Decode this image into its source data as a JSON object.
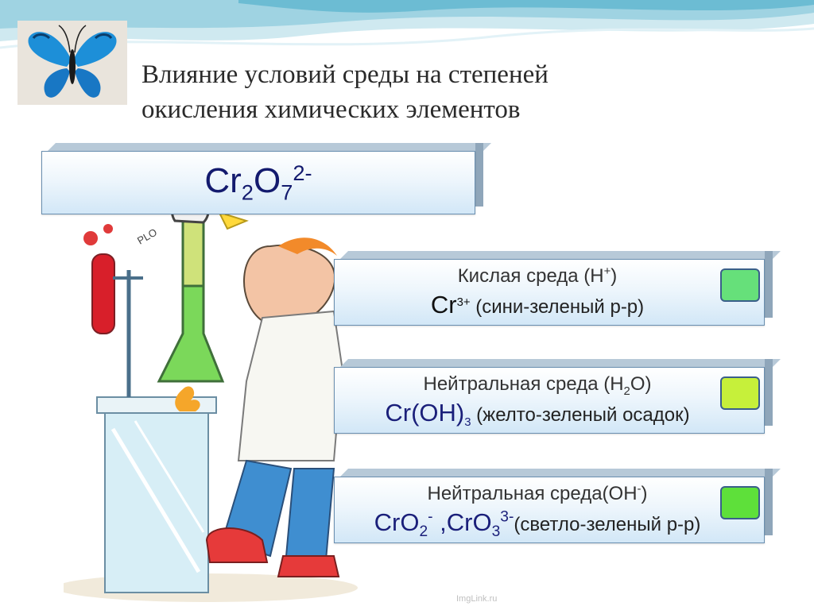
{
  "slide": {
    "title_line1": "Влияние условий среды на степеней",
    "title_line2": "окисления химических элементов"
  },
  "main_formula": {
    "a": "Cr",
    "b": "2",
    "c": "O",
    "d": "7",
    "e": "2-"
  },
  "environments": [
    {
      "label_text": "Кислая среда (H",
      "label_sup": "+",
      "label_end": ")",
      "chem_main": "Cr",
      "chem_sup": "3+",
      "description": " (сини-зеленый р-р)",
      "swatch_color": "#66e07a"
    },
    {
      "label_text": "Нейтральная среда (H",
      "label_sub": "2",
      "label_end": "O)",
      "chem_main": "Cr(OH)",
      "chem_sub": "3",
      "description": " (желто-зеленый осадок)",
      "swatch_color": "#c6f03a"
    },
    {
      "label_text": "Нейтральная среда(OH",
      "label_sup": "-",
      "label_end": ")",
      "chem_a": "CrO",
      "chem_a_sub": "2",
      "chem_a_sup": "-",
      "chem_sep": " ,CrO",
      "chem_b_sub": "3",
      "chem_b_sup": "3-",
      "description": "(светло-зеленый р-р)",
      "swatch_color": "#5ee03a"
    }
  ],
  "watermark": "ImgLink.ru"
}
